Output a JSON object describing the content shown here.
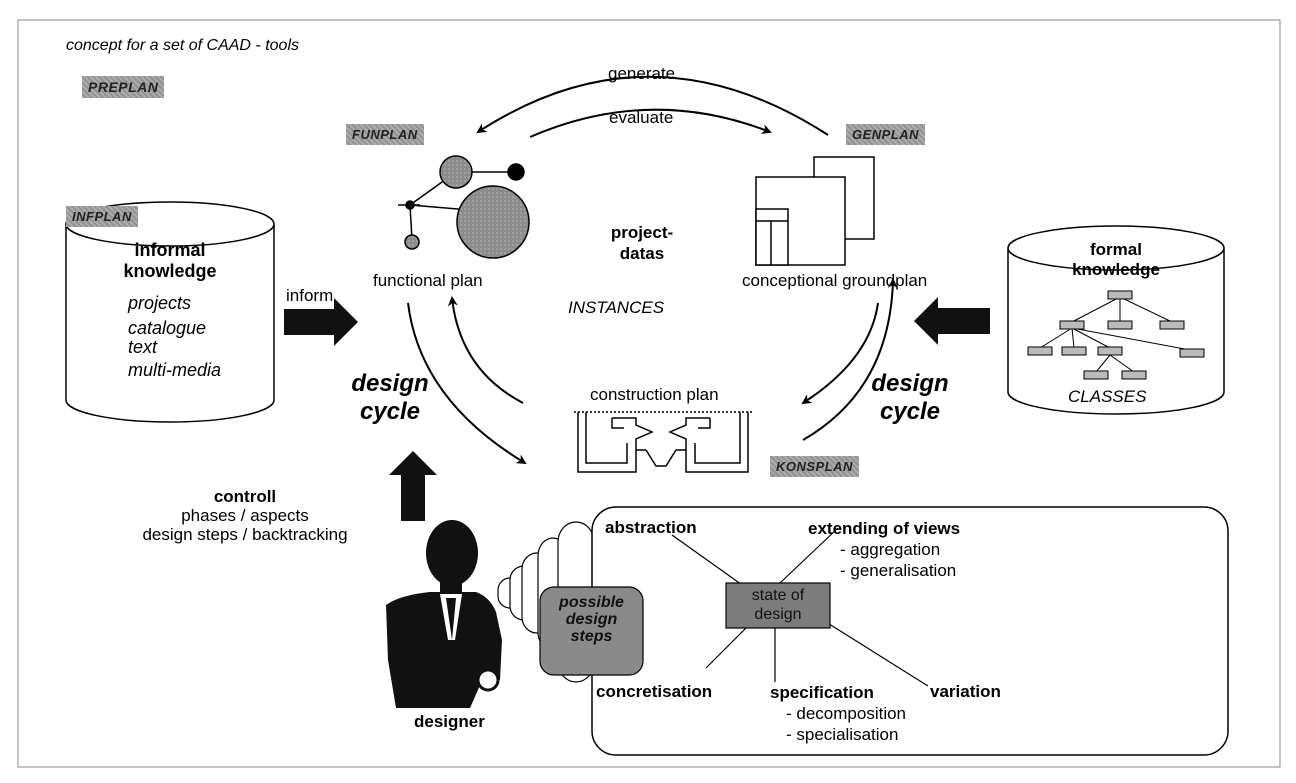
{
  "header": {
    "caption": "concept for a set of CAAD - tools"
  },
  "modules": {
    "preplan": "PREPLAN",
    "funplan": "FUNPLAN",
    "genplan": "GENPLAN",
    "infplan": "INFPLAN",
    "konsplan": "KONSPLAN"
  },
  "cycle": {
    "generate": "generate",
    "evaluate": "evaluate",
    "inform": "inform",
    "design_cycle_left_1": "design",
    "design_cycle_left_2": "cycle",
    "design_cycle_right_1": "design",
    "design_cycle_right_2": "cycle"
  },
  "plans": {
    "functional": "functional plan",
    "conceptional": "conceptional groundplan",
    "construction": "construction plan"
  },
  "center": {
    "project_1": "project-",
    "project_2": "datas",
    "instances": "INSTANCES"
  },
  "informal": {
    "title_1": "informal",
    "title_2": "knowledge",
    "items": [
      "projects",
      "catalogue",
      "text",
      "multi-media"
    ]
  },
  "formal": {
    "title_1": "formal",
    "title_2": "knowledge",
    "classes": "CLASSES"
  },
  "control": {
    "title": "controll",
    "line1": "phases / aspects",
    "line2": "design steps / backtracking"
  },
  "designer": {
    "label": "designer"
  },
  "design_space": {
    "possible_1": "possible",
    "possible_2": "design",
    "possible_3": "steps",
    "state_1": "state of",
    "state_2": "design",
    "abstraction": "abstraction",
    "extending": "extending of views",
    "aggregation": "- aggregation",
    "generalisation": "- generalisation",
    "concretisation": "concretisation",
    "specification": "specification",
    "decomposition": "- decomposition",
    "specialisation": "- specialisation",
    "variation": "variation"
  }
}
